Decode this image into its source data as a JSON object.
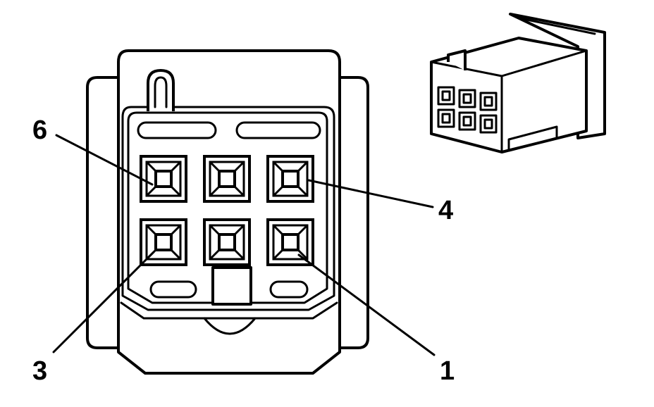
{
  "pin_labels": {
    "pin6": "6",
    "pin4": "4",
    "pin3": "3",
    "pin1": "1"
  }
}
